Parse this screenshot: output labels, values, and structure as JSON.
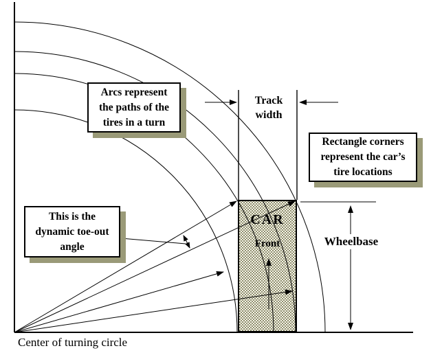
{
  "diagram": {
    "type": "car-turning-circle-geometry",
    "notes": {
      "arcs_note": {
        "lines": [
          "Arcs represent",
          "the paths of the",
          "tires in a turn"
        ]
      },
      "toe_out_note": {
        "lines": [
          "This is the",
          "dynamic toe-out",
          "angle"
        ]
      },
      "corners_note": {
        "lines": [
          "Rectangle corners",
          "represent the car’s",
          "tire locations"
        ]
      }
    },
    "labels": {
      "track_width": {
        "line1": "Track",
        "line2": "width"
      },
      "wheelbase": "Wheelbase",
      "car": "CAR",
      "front": "Front",
      "center_of_turning_circle": "Center of turning circle"
    },
    "icons": {
      "arrowhead": "filled-triangle",
      "double_arrow": "two-headed-angle-arrow"
    },
    "colors": {
      "background": "#ffffff",
      "line": "#000000",
      "box_shadow": "#9a9a78",
      "car_fill_bg": "#f6f4e9",
      "car_fill_dot": "#8f8f6f"
    }
  }
}
